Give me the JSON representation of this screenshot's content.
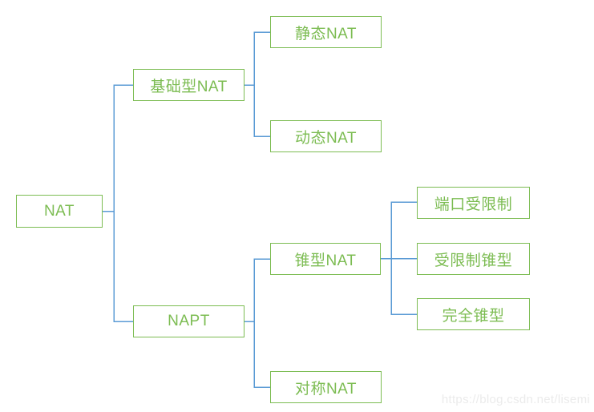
{
  "colors": {
    "node_green": "#7cbc52",
    "connector_blue": "#5b9bd5",
    "watermark_gray": "#ebebeb",
    "background": "#ffffff"
  },
  "diagram": {
    "nodes": {
      "nat": {
        "label": "NAT"
      },
      "basic_nat": {
        "label": "基础型NAT"
      },
      "static_nat": {
        "label": "静态NAT"
      },
      "dynamic_nat": {
        "label": "动态NAT"
      },
      "napt": {
        "label": "NAPT"
      },
      "cone_nat": {
        "label": "锥型NAT"
      },
      "port_restricted": {
        "label": "端口受限制"
      },
      "restricted_cone": {
        "label": "受限制锥型"
      },
      "full_cone": {
        "label": "完全锥型"
      },
      "symmetric_nat": {
        "label": "对称NAT"
      }
    },
    "edges": [
      {
        "from": "NAT",
        "to": "基础型NAT"
      },
      {
        "from": "NAT",
        "to": "NAPT"
      },
      {
        "from": "基础型NAT",
        "to": "静态NAT"
      },
      {
        "from": "基础型NAT",
        "to": "动态NAT"
      },
      {
        "from": "NAPT",
        "to": "锥型NAT"
      },
      {
        "from": "NAPT",
        "to": "对称NAT"
      },
      {
        "from": "锥型NAT",
        "to": "端口受限制"
      },
      {
        "from": "锥型NAT",
        "to": "受限制锥型"
      },
      {
        "from": "锥型NAT",
        "to": "完全锥型"
      }
    ]
  },
  "watermark": {
    "text": "https://blog.csdn.net/lisemi"
  }
}
